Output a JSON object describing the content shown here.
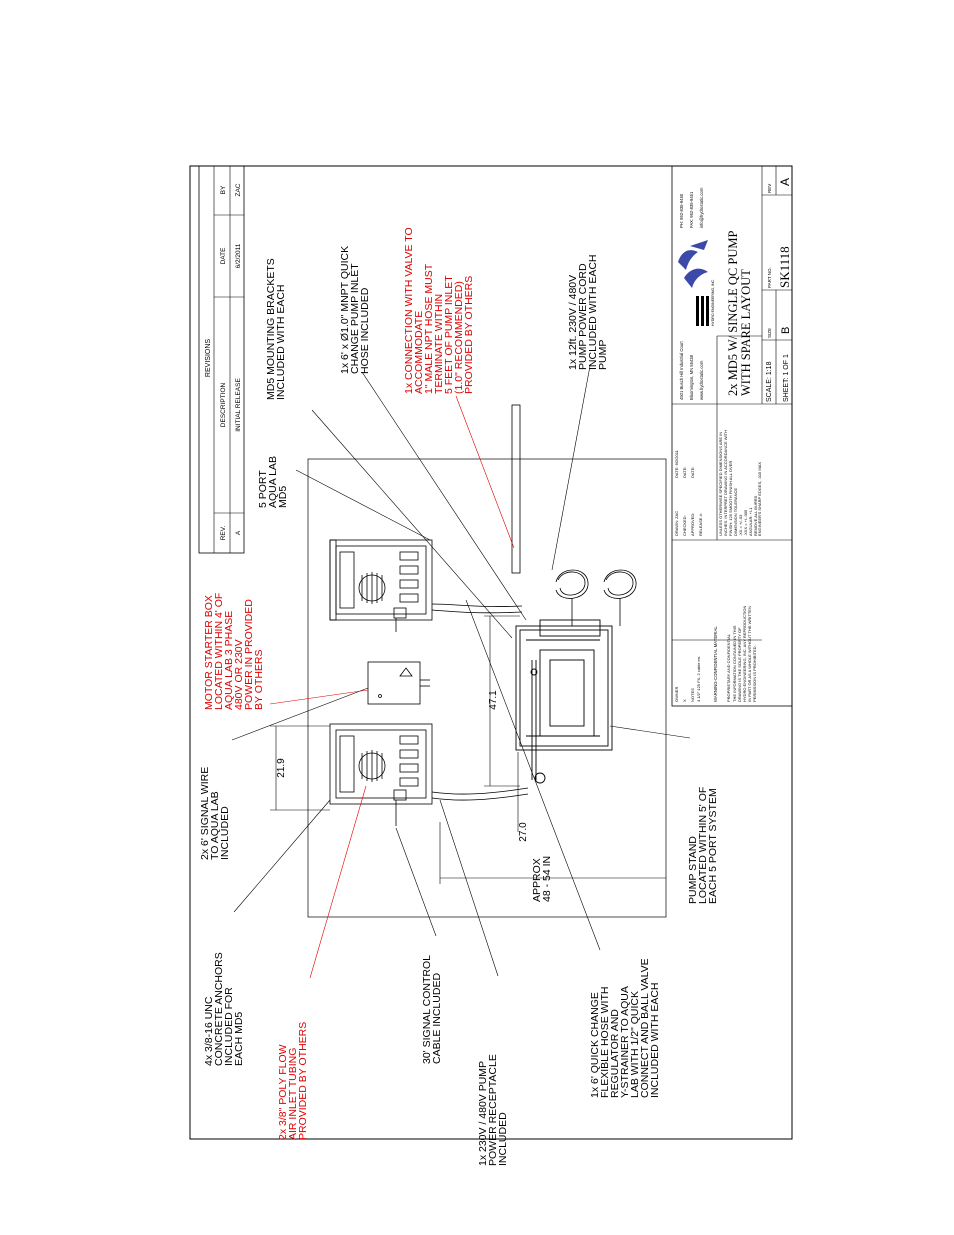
{
  "revisions": {
    "heading": "REVISIONS",
    "columns": [
      "REV.",
      "DESCRIPTION",
      "DATE",
      "BY"
    ],
    "rows": [
      {
        "rev": "A",
        "description": "INITIAL RELEASE",
        "date": "6/2/2011",
        "by": "ZAC"
      }
    ]
  },
  "title_block": {
    "address_1": "4501 Busch Hill Industrial Court",
    "address_2": "Bloomington, MN 55438",
    "website": "www.hydrostatic.com",
    "phone": "PH: 952-835-9450",
    "fax": "FAX: 952-835-9451",
    "email": "info@hydrostatic.com",
    "logo_text": "HYDRO ENGINEERING, INC.",
    "title_line_1": "2x MD5 W/ SINGLE QC PUMP",
    "title_line_2": "WITH SPARE LAYOUT",
    "scale": "SCALE: 1:18",
    "size_label": "SIZE",
    "size": "B",
    "part_no_label": "PART NO.",
    "part_no": "SK1118",
    "sheet": "SHEET: 1 OF 1",
    "rev_label": "REV",
    "rev": "A",
    "drawn_by": "DRAWN: ZAC",
    "drawn_date": "DATE: 6/2/2011",
    "checked": "CHECKED:",
    "checked_date": "DATE:",
    "approved": "APPROVED:",
    "approved_date": "DATE:",
    "release": "RELEASE #:",
    "dimension_notes": [
      "UNLESS OTHERWISE SPECIFIED DIMENSIONS ARE IN",
      "INCHES. INTERPRET DRAWING IN ACCORDANCE WITH",
      "FINISH: 125 SMOOTH FINISH ALL OVER",
      "DIMENSION TOLERANCE",
      ".XX = +/-.03",
      ".XXX = +/-.005",
      "ANGULAR: +/-1",
      "REMOVE ALL BURRS",
      "ENGINEER'S SHARP EDGES, .015 MAX"
    ],
    "proprietary_title": "WARNING-CONFIDENTIAL MATERIAL",
    "proprietary_lines": [
      "PROPRIETARY AND CONFIDENTIAL",
      "THE INFORMATION CONTAINED IN THIS",
      "DRAWING IS THE SOLE PROPERTY OF",
      "HYDRO ENGINEERING, INC. ANY REPRODUCTION",
      "IN PART OR AS A WHOLE WITHOUT THE WRITTEN",
      "PERMISSION IS PROHIBITED."
    ],
    "owner_label": "OWNER",
    "owner_value": "X",
    "notes_label": "NOTES",
    "notes_value": "4 1/2\" 125 FX, 2 cable en."
  },
  "labels": {
    "signal_wire": [
      "2x 6' SIGNAL WIRE",
      "TO AQUA LAB",
      "INCLUDED"
    ],
    "motor_starter": [
      "MOTOR STARTER BOX",
      "LOCATED WITHIN 4' OF",
      "AQUA LAB 3 PHASE",
      "480V OR 230V",
      "POWER IN PROVIDED",
      "BY OTHERS"
    ],
    "aqua_lab": [
      "5 PORT",
      "AQUA LAB",
      "MD5"
    ],
    "mounting_brackets": [
      "MD5 MOUNTING BRACKETS",
      "INCLUDED WITH EACH"
    ],
    "mnpt_hose": [
      "1x 6' x Ø1.0\" MNPT QUICK",
      "CHANGE PUMP INLET",
      "HOSE INCLUDED"
    ],
    "valve_connection": [
      "1x CONNECTION WITH VALVE TO",
      "ACCOMMODATE",
      "1\" MALE NPT HOSE MUST",
      "TERMINATE WITHIN",
      "5 FEET OF PUMP INLET",
      "(1.0\" RECOMMENDED)",
      "PROVIDED BY OTHERS"
    ],
    "power_cord": [
      "1x 12ft. 230V / 480V",
      "PUMP POWER CORD",
      "INCLUDED WITH EACH",
      "PUMP"
    ],
    "concrete_anchors": [
      "4x 3/8-16 UNC",
      "CONCRETE ANCHORS",
      "INCLUDED FOR",
      "EACH MD5"
    ],
    "poly_flow": [
      "2x 3/8\" POLY FLOW",
      "AIR INLET TUBING",
      "PROVIDED BY OTHERS"
    ],
    "control_cable": [
      "30' SIGNAL CONTROL",
      "CABLE INCLUDED"
    ],
    "receptacle": [
      "1x 230V / 480V PUMP",
      "POWER RECEPTACLE",
      "INCLUDED"
    ],
    "quick_change_hose": [
      "1x 6' QUICK CHANGE",
      "FLEXIBLE HOSE WITH",
      "REGULATOR AND",
      "Y-STRAINER TO AQUA",
      "LAB WITH 1/2\" QUICK",
      "CONNECT AND BALL VALVE",
      "INCLUDED WITH EACH"
    ],
    "pump_stand": [
      "PUMP STAND",
      "LOCATED WITHIN 5' OF",
      "EACH 5 PORT SYSTEM"
    ],
    "approx": [
      "APPROX",
      "48 - 54 IN"
    ]
  },
  "dimensions": {
    "d_21_9": "21.9",
    "d_47_1": "47.1",
    "d_27_0": "27.0"
  }
}
